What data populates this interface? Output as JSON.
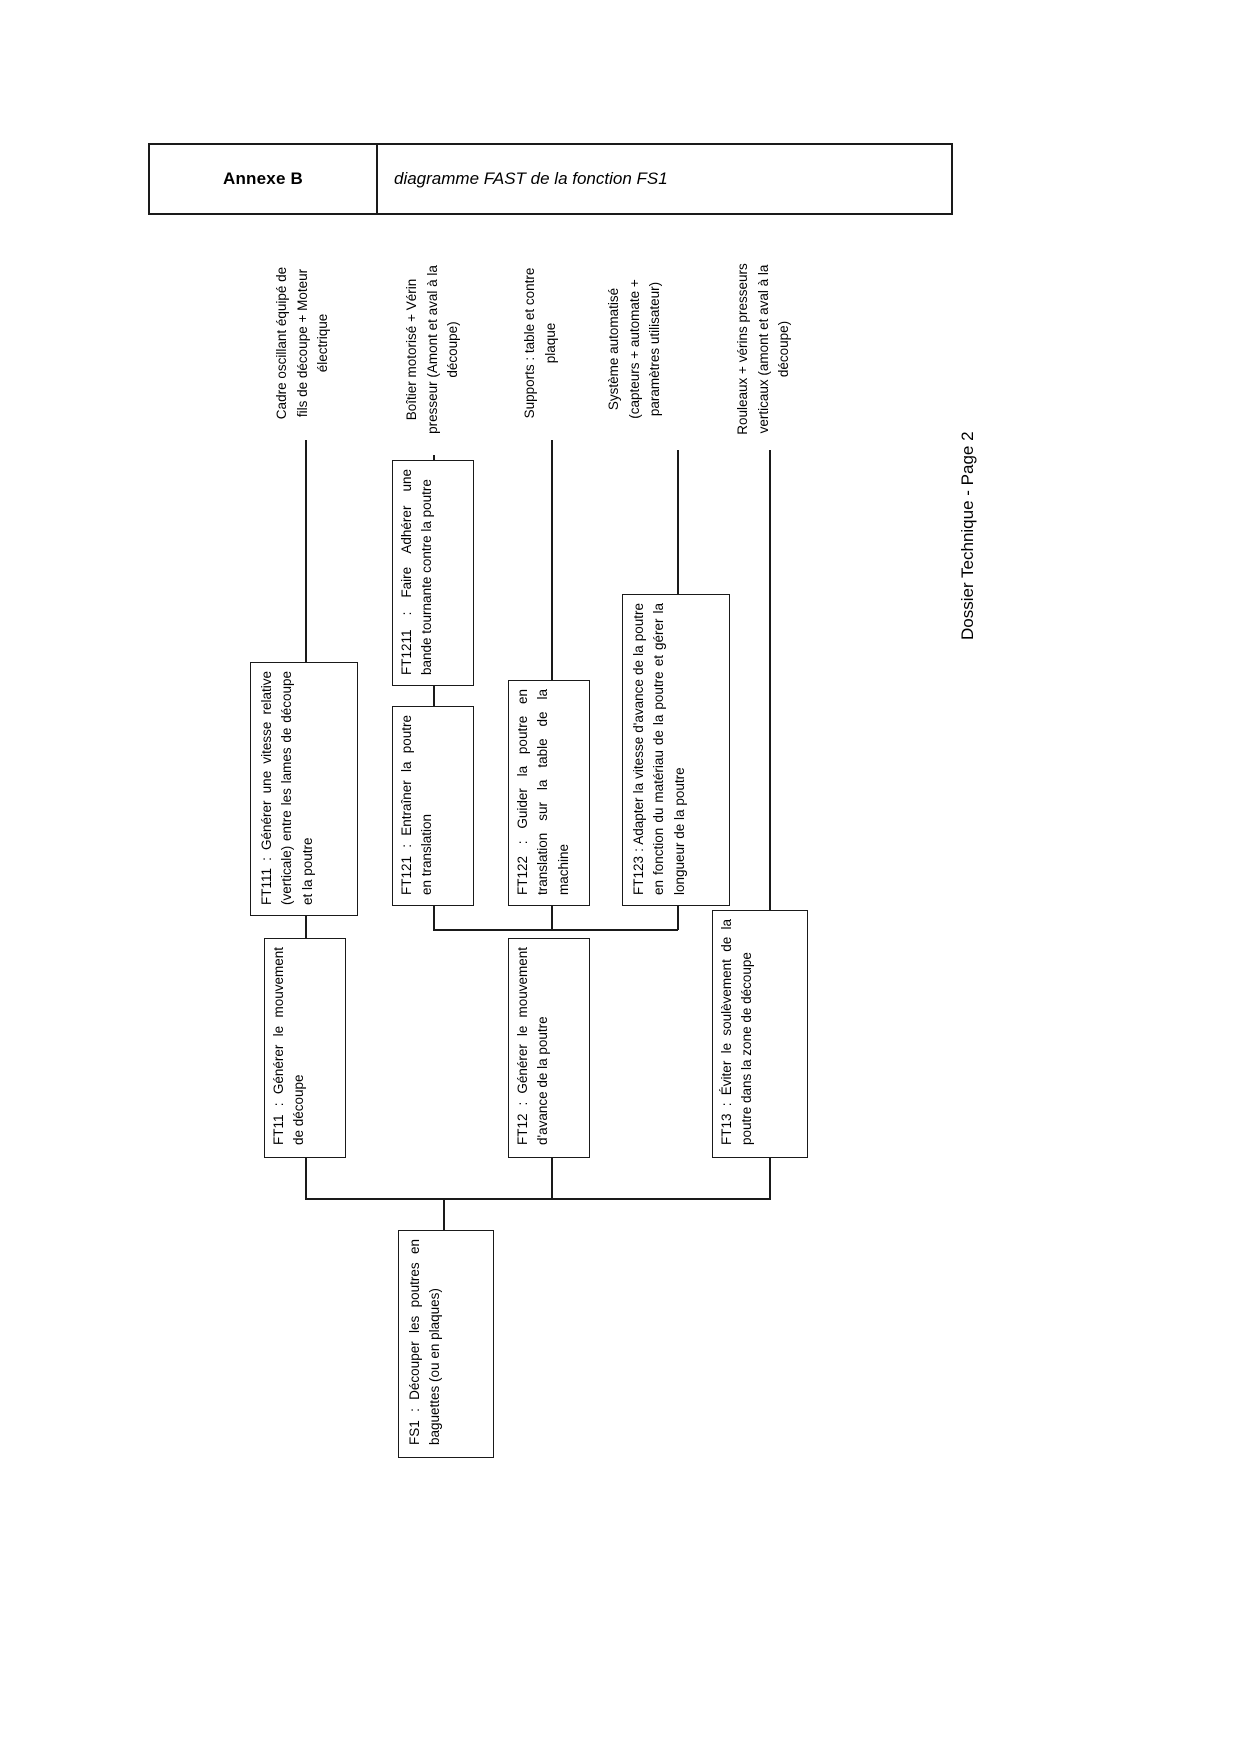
{
  "header": {
    "annexe_label": "Annexe B",
    "title": "diagramme FAST de la fonction FS1"
  },
  "footer": {
    "text": "Dossier Technique - Page 2"
  },
  "diagram": {
    "type": "FAST",
    "orientation": "rotated-90-ccw",
    "root": {
      "id": "FS1",
      "text": "FS1 : Découper les poutres en baguettes (ou en plaques)"
    },
    "functions": [
      {
        "id": "FT11",
        "text": "FT11 : Générer le mouvement de découpe"
      },
      {
        "id": "FT12",
        "text": "FT12 : Générer le mouvement d'avance de la poutre"
      },
      {
        "id": "FT13",
        "text": "FT13 : Éviter le soulèvement de la poutre dans la zone de découpe"
      }
    ],
    "sub_functions": [
      {
        "id": "FT111",
        "parent": "FT11",
        "text": "FT111 : Générer une vitesse relative (verticale) entre les lames de découpe et la poutre"
      },
      {
        "id": "FT121",
        "parent": "FT12",
        "text": "FT121 : Entraîner la poutre en translation"
      },
      {
        "id": "FT122",
        "parent": "FT12",
        "text": "FT122 : Guider la poutre en translation sur la table de la machine"
      },
      {
        "id": "FT123",
        "parent": "FT12",
        "text": "FT123 : Adapter la vitesse d'avance de la poutre en fonction du matériau de la poutre et gérer la longueur de la poutre"
      }
    ],
    "sub_sub_functions": [
      {
        "id": "FT1211",
        "parent": "FT121",
        "text": "FT1211 : Faire Adhérer une bande tournante contre la poutre"
      }
    ],
    "solutions": [
      {
        "for": "FT111",
        "text": "Cadre oscillant équipé de fils de découpe + Moteur électrique"
      },
      {
        "for": "FT1211",
        "text": "Boîtier motorisé + Vérin presseur (Amont et aval à la découpe)"
      },
      {
        "for": "FT122",
        "text": "Supports : table et contre plaque"
      },
      {
        "for": "FT123",
        "text": "Système automatisé (capteurs + automate + paramètres utilisateur)"
      },
      {
        "for": "FT13",
        "text": "Rouleaux + vérins presseurs verticaux (amont et aval à la découpe)"
      }
    ]
  }
}
